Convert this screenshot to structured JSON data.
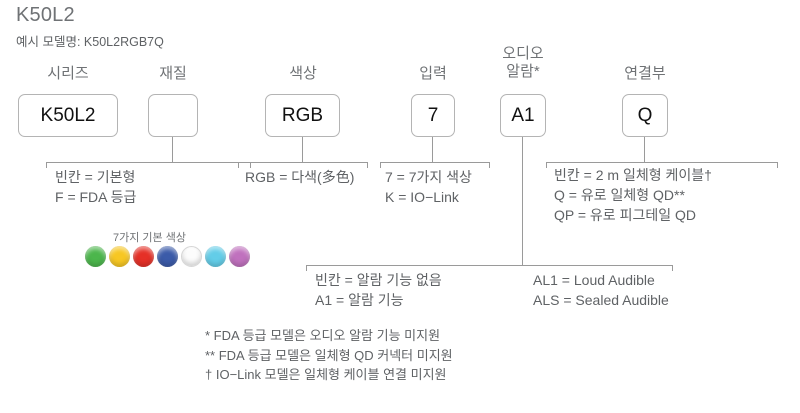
{
  "header": {
    "title": "K50L2",
    "subtitle": "예시 모델명: K50L2RGB7Q"
  },
  "columns": [
    {
      "caption": "시리즈",
      "code": "K50L2"
    },
    {
      "caption": "재질",
      "code": ""
    },
    {
      "caption": "색상",
      "code": "RGB"
    },
    {
      "caption": "입력",
      "code": "7"
    },
    {
      "caption": "오디오\n알람*",
      "code": "A1"
    },
    {
      "caption": "연결부",
      "code": "Q"
    }
  ],
  "legends": {
    "material": "빈칸 = 기본형\nF = FDA 등급",
    "color": "RGB = 다색(多色)",
    "input": "7 = 7가지 색상\nK = IO−Link",
    "connector": "빈칸 = 2 m 일체형 케이블†\nQ = 유로 일체형 QD**\nQP = 유로 피그테일 QD",
    "alarm_left": "빈칸 = 알람 기능 없음\nA1 = 알람 기능",
    "alarm_right": "AL1 = Loud Audible\nALS = Sealed Audible"
  },
  "swatches": {
    "title": "7가지 기본 색상",
    "colors": [
      {
        "name": "green",
        "hex": "#4CB64C"
      },
      {
        "name": "amber",
        "hex": "#F7C723"
      },
      {
        "name": "red",
        "hex": "#E53027"
      },
      {
        "name": "blue",
        "hex": "#3B5BA9"
      },
      {
        "name": "white",
        "hex": "#FCFCFC"
      },
      {
        "name": "cyan",
        "hex": "#63CDE8"
      },
      {
        "name": "magenta",
        "hex": "#C071BE"
      }
    ]
  },
  "footnotes": "*  FDA 등급 모델은 오디오 알람 기능 미지원\n** FDA 등급 모델은 일체형 QD 커넥터 미지원\n† IO−Link 모델은 일체형 케이블 연결 미지원"
}
